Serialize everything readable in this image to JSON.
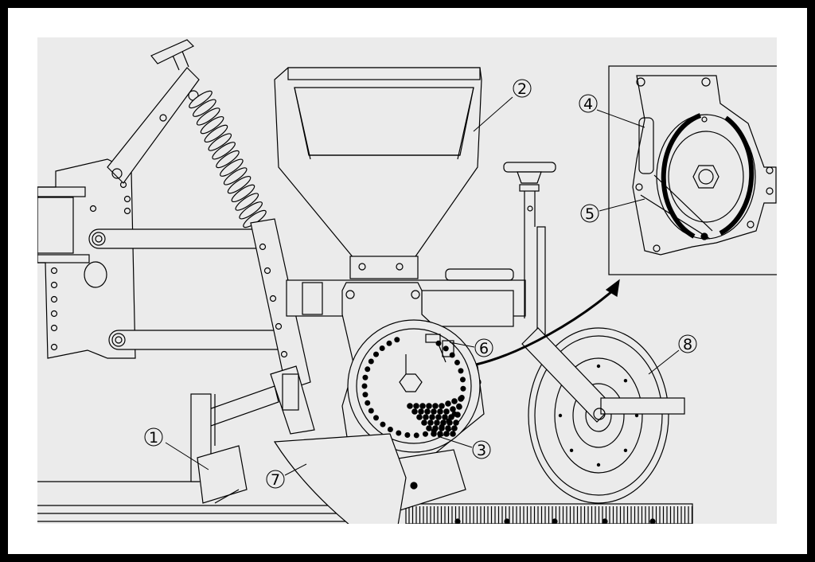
{
  "callouts": [
    {
      "id": "1",
      "label": "1"
    },
    {
      "id": "2",
      "label": "2"
    },
    {
      "id": "3",
      "label": "3"
    },
    {
      "id": "4",
      "label": "4"
    },
    {
      "id": "5",
      "label": "5"
    },
    {
      "id": "6",
      "label": "6"
    },
    {
      "id": "7",
      "label": "7"
    },
    {
      "id": "8",
      "label": "8"
    }
  ],
  "colors": {
    "outer_border": "#000000",
    "mat": "#ffffff",
    "panel": "#ebebeb",
    "line": "#000000"
  }
}
